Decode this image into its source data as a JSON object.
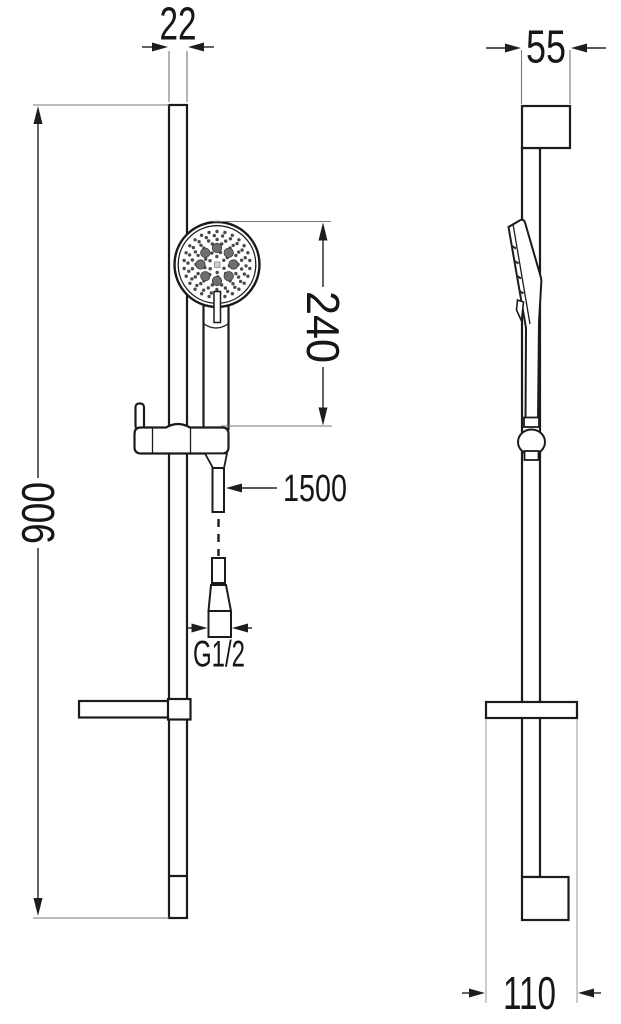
{
  "title": "shower-slide-bar-set-dimensional-drawing",
  "dimensions": {
    "bar_width": "22",
    "bracket_depth": "55",
    "handset_length": "240",
    "hose_length": "1500",
    "connector_thread": "G1/2",
    "bar_height": "900",
    "shelf_depth": "110"
  },
  "colors": {
    "background": "#ffffff",
    "object_line": "#1b1b1b",
    "dimension_line": "#222222",
    "extension_line": "#777777",
    "light_extension_line": "#a9a9a9",
    "text": "#161616",
    "spray_dot": "#4a4a4a",
    "spray_big_dot": "#6f6f6f"
  }
}
